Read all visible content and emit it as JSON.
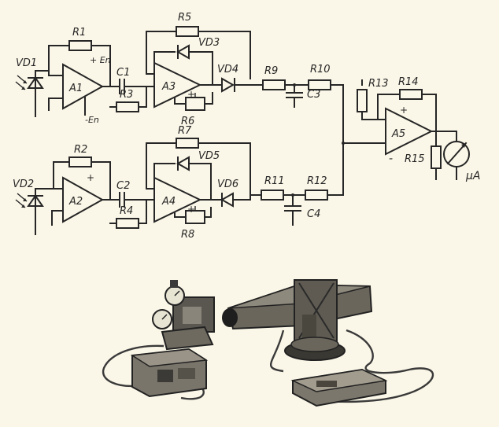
{
  "schematic": {
    "opamps": {
      "a1": "A1",
      "a2": "A2",
      "a3": "A3",
      "a4": "A4",
      "a5": "A5"
    },
    "resistors": {
      "r1": "R1",
      "r2": "R2",
      "r3": "R3",
      "r4": "R4",
      "r5": "R5",
      "r6": "R6",
      "r7": "R7",
      "r8": "R8",
      "r9": "R9",
      "r10": "R10",
      "r11": "R11",
      "r12": "R12",
      "r13": "R13",
      "r14": "R14",
      "r15": "R15"
    },
    "capacitors": {
      "c1": "C1",
      "c2": "C2",
      "c3": "C3",
      "c4": "C4"
    },
    "diodes": {
      "vd1": "VD1",
      "vd2": "VD2",
      "vd3": "VD3",
      "vd4": "VD4",
      "vd5": "VD5",
      "vd6": "VD6"
    },
    "supply": {
      "en_top": "+ En",
      "en_bottom": "-En"
    },
    "signs": {
      "plus": "+",
      "minus": "-"
    },
    "meter": "μA"
  },
  "photo": {
    "objects": [
      "measuring-head-with-dial-gauges",
      "electronic-unit-box",
      "optical-sensor-on-stand",
      "control-unit"
    ]
  }
}
